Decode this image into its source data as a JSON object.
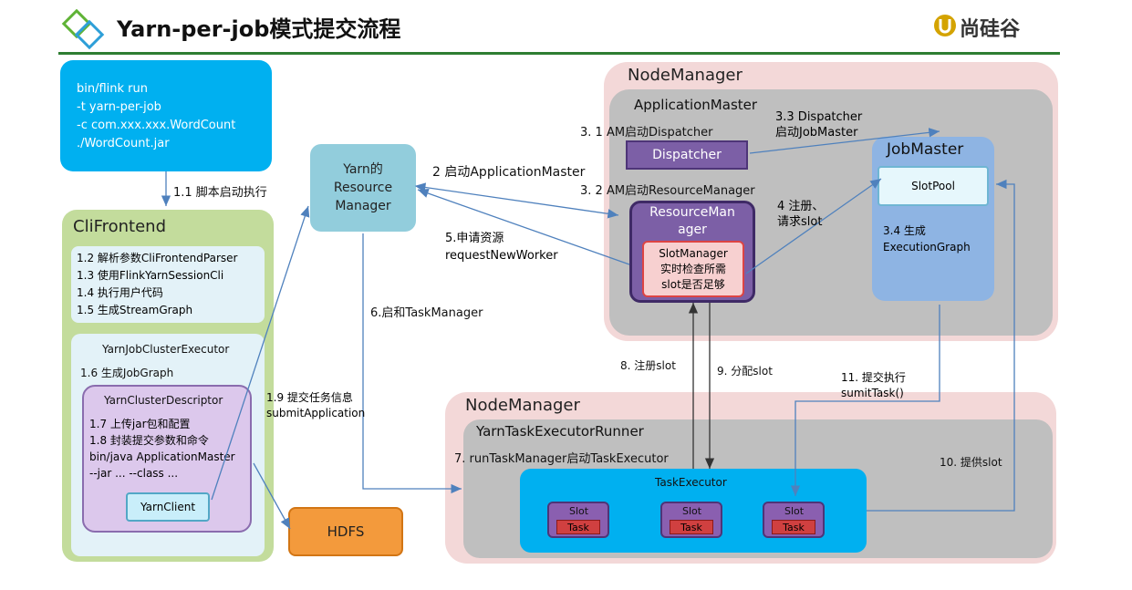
{
  "header": {
    "title": "Yarn-per-job模式提交流程",
    "logo_text": "尚硅谷",
    "colors": {
      "divider": "#2e7d32",
      "logo": "#c8a100"
    }
  },
  "command_box": {
    "lines": [
      "bin/flink run",
      "-t yarn-per-job",
      "-c com.xxx.xxx.WordCount",
      "./WordCount.jar"
    ],
    "color": "#00b0f0"
  },
  "cli_frontend": {
    "title": "CliFrontend",
    "steps": [
      "1.2 解析参数CliFrontendParser",
      "1.3 使用FlinkYarnSessionCli",
      "1.4 执行用户代码",
      "1.5 生成StreamGraph"
    ],
    "executor": {
      "title": "YarnJobClusterExecutor",
      "step": "1.6 生成JobGraph",
      "descriptor": {
        "title": "YarnClusterDescriptor",
        "lines": [
          "1.7 上传jar包和配置",
          "1.8 封装提交参数和命令",
          "bin/java ApplicationMaster",
          "--jar ... --class ..."
        ],
        "client": "YarnClient"
      }
    }
  },
  "resource_manager": {
    "lines": [
      "Yarn的",
      "Resource",
      "Manager"
    ]
  },
  "hdfs": {
    "label": "HDFS"
  },
  "nm_top": {
    "title": "NodeManager",
    "app_master": {
      "title": "ApplicationMaster",
      "dispatcher": "Dispatcher",
      "rm": {
        "lines": [
          "ResourceMan",
          "ager"
        ]
      },
      "slot_manager": {
        "lines": [
          "SlotManager",
          "实时检查所需",
          "slot是否足够"
        ]
      },
      "job_master": {
        "title": "JobMaster",
        "slot_pool": "SlotPool",
        "note": [
          "3.4 生成",
          "ExecutionGraph"
        ]
      }
    }
  },
  "nm_bottom": {
    "title": "NodeManager",
    "runner": {
      "title": "YarnTaskExecutorRunner",
      "step": "7. runTaskManager启动TaskExecutor",
      "task_executor": {
        "title": "TaskExecutor",
        "slots": [
          {
            "slot": "Slot",
            "task": "Task"
          },
          {
            "slot": "Slot",
            "task": "Task"
          },
          {
            "slot": "Slot",
            "task": "Task"
          }
        ]
      }
    }
  },
  "edge_labels": {
    "e1_1": "1.1 脚本启动执行",
    "e1_9": [
      "1.9 提交任务信息",
      "submitApplication"
    ],
    "e2": "2 启动ApplicationMaster",
    "e3_1": "3. 1 AM启动Dispatcher",
    "e3_2": "3. 2 AM启动ResourceManager",
    "e3_3": [
      "3.3 Dispatcher",
      "启动JobMaster"
    ],
    "e4": [
      "4 注册、",
      "请求slot"
    ],
    "e5": [
      "5.申请资源",
      "requestNewWorker"
    ],
    "e6": "6.启和TaskManager",
    "e8": "8. 注册slot",
    "e9": "9. 分配slot",
    "e10": "10. 提供slot",
    "e11": [
      "11. 提交执行",
      "sumitTask()"
    ]
  }
}
